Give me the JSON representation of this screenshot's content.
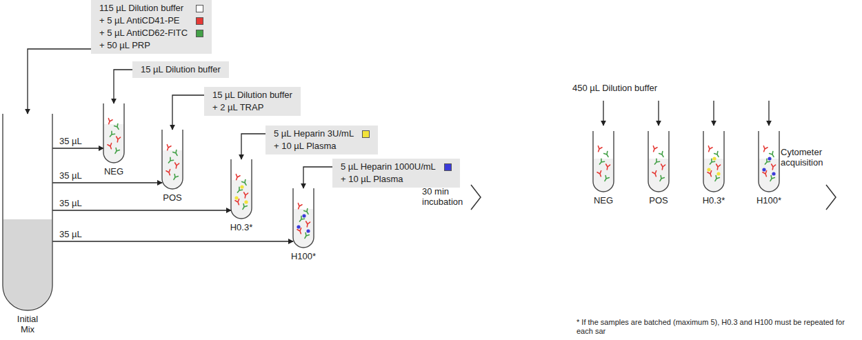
{
  "diagram": {
    "nodes": [
      {
        "text": [
          "115 µL Dilution buffer",
          "+ 5 µL AntiCD41-PE",
          "+ 5 µL AntiCD62-FITC",
          "+ 50 µL PRP"
        ]
      },
      {
        "text": [
          "15 µL Dilution buffer"
        ]
      },
      {
        "text": [
          "15 µL Dilution buffer",
          "+ 2 µL TRAP"
        ]
      },
      {
        "text": [
          "5 µL Heparin 3U/mL",
          "+ 10 µL Plasma"
        ]
      },
      {
        "text": [
          "5 µL Heparin 1000U/mL",
          "+ 10 µL Plasma"
        ]
      },
      {
        "text": [
          "NEG"
        ]
      },
      {
        "text": [
          "POS"
        ]
      },
      {
        "text": [
          "H0.3*"
        ]
      },
      {
        "text": [
          "H100*"
        ]
      },
      {
        "text": [
          "Initial Mix"
        ]
      },
      {
        "text": [
          "NEG"
        ]
      },
      {
        "text": [
          "POS"
        ]
      },
      {
        "text": [
          "H0.3*"
        ]
      },
      {
        "text": [
          "H100*"
        ]
      }
    ],
    "edges": [
      {
        "from": 0,
        "to": 9,
        "arrow": "to"
      },
      {
        "from": 1,
        "to": 5,
        "arrow": "to"
      },
      {
        "from": 2,
        "to": 6,
        "arrow": "to"
      },
      {
        "from": 3,
        "to": 7,
        "arrow": "to"
      },
      {
        "from": 4,
        "to": 8,
        "arrow": "to"
      },
      {
        "from": 9,
        "to": 5,
        "label": "35 µL",
        "arrow": "to"
      },
      {
        "from": 9,
        "to": 6,
        "label": "35 µL",
        "arrow": "to"
      },
      {
        "from": 9,
        "to": 7,
        "label": "35 µL",
        "arrow": "to"
      },
      {
        "from": 9,
        "to": 8,
        "label": "35 µL",
        "arrow": "to"
      }
    ],
    "labels": [
      "30 min incubation",
      "450 µL Dilution buffer",
      "Cytometer acquisition",
      "* If the samples are batched (maximum 5), H0.3 and H100 must be repeated for each sar"
    ]
  }
}
